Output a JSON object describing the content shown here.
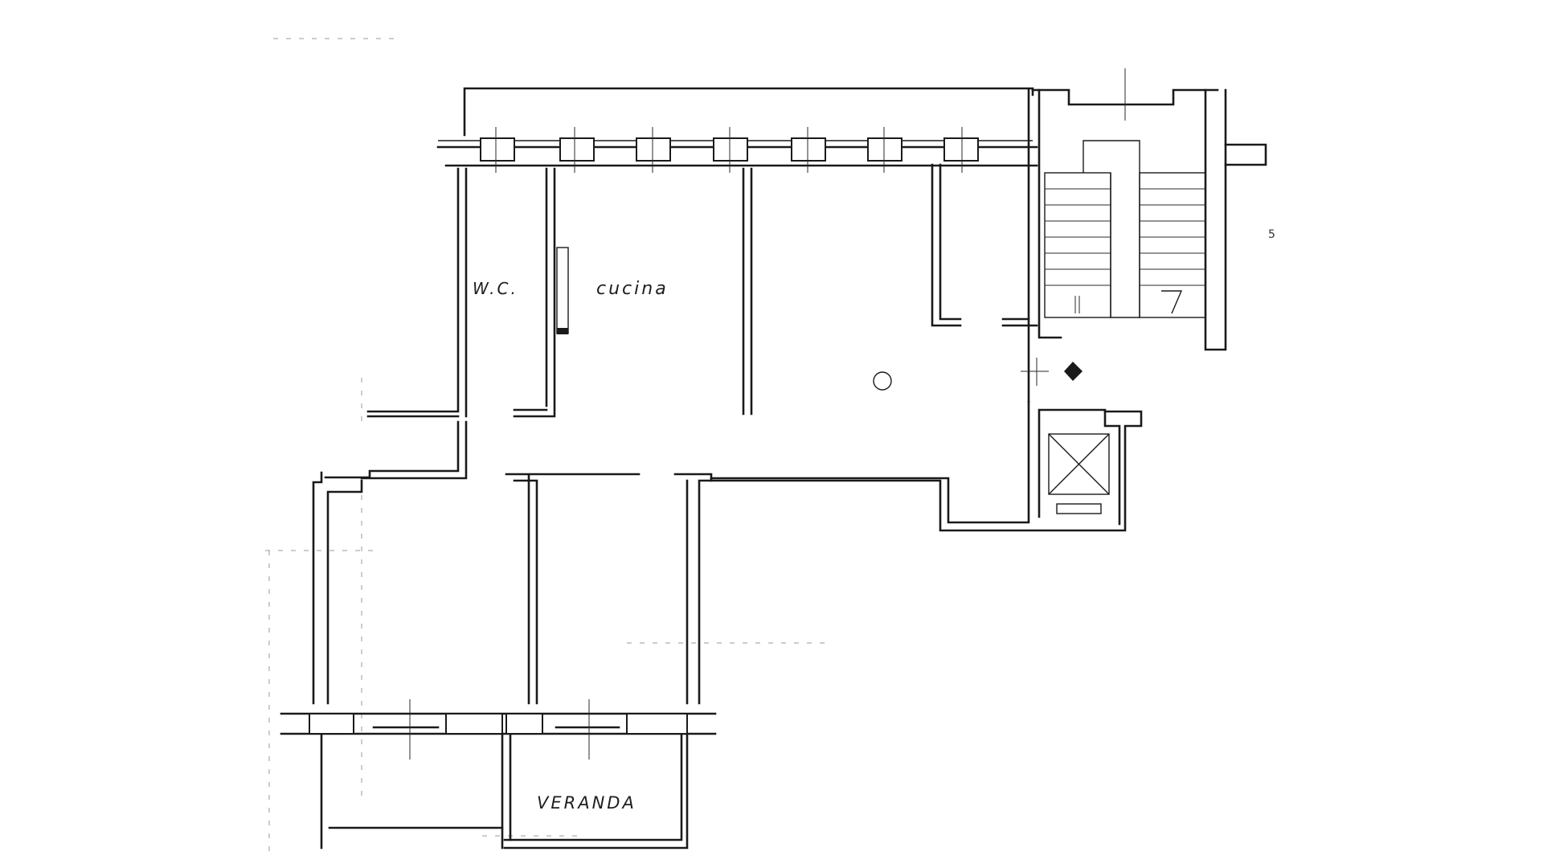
{
  "rooms": {
    "wc": "W.C.",
    "kitchen": "cucina",
    "veranda": "VERANDA"
  },
  "margin_mark": "5",
  "colors": {
    "ink": "#1a1a1a",
    "guide": "#9a9a9a",
    "background": "#ffffff"
  },
  "symbols": {
    "compass": "north-arrow-icon",
    "elevator": "elevator-icon",
    "center": "circle-marker-icon"
  }
}
